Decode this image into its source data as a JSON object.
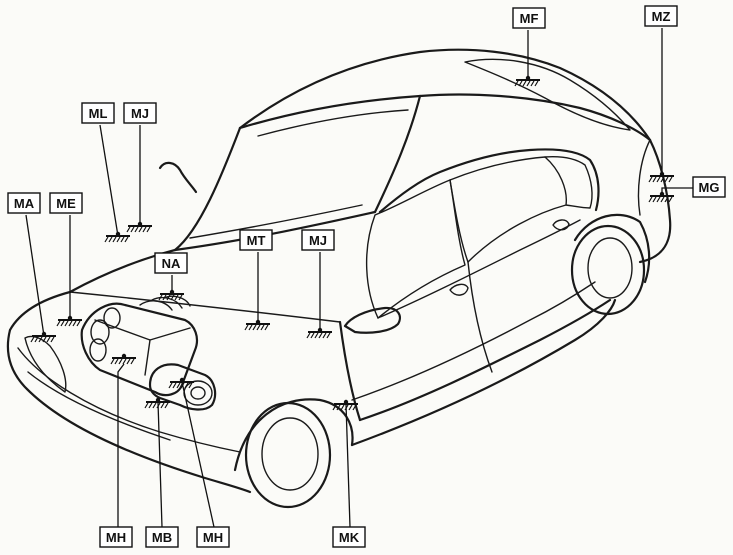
{
  "diagram": {
    "labels": [
      {
        "id": "MF",
        "text": "MF"
      },
      {
        "id": "MZ",
        "text": "MZ"
      },
      {
        "id": "MG",
        "text": "MG"
      },
      {
        "id": "ML",
        "text": "ML"
      },
      {
        "id": "MJ1",
        "text": "MJ"
      },
      {
        "id": "MA",
        "text": "MA"
      },
      {
        "id": "ME",
        "text": "ME"
      },
      {
        "id": "NA",
        "text": "NA"
      },
      {
        "id": "MT",
        "text": "MT"
      },
      {
        "id": "MJ2",
        "text": "MJ"
      },
      {
        "id": "MH1",
        "text": "MH"
      },
      {
        "id": "MB",
        "text": "MB"
      },
      {
        "id": "MH2",
        "text": "MH"
      },
      {
        "id": "MK",
        "text": "MK"
      }
    ]
  }
}
